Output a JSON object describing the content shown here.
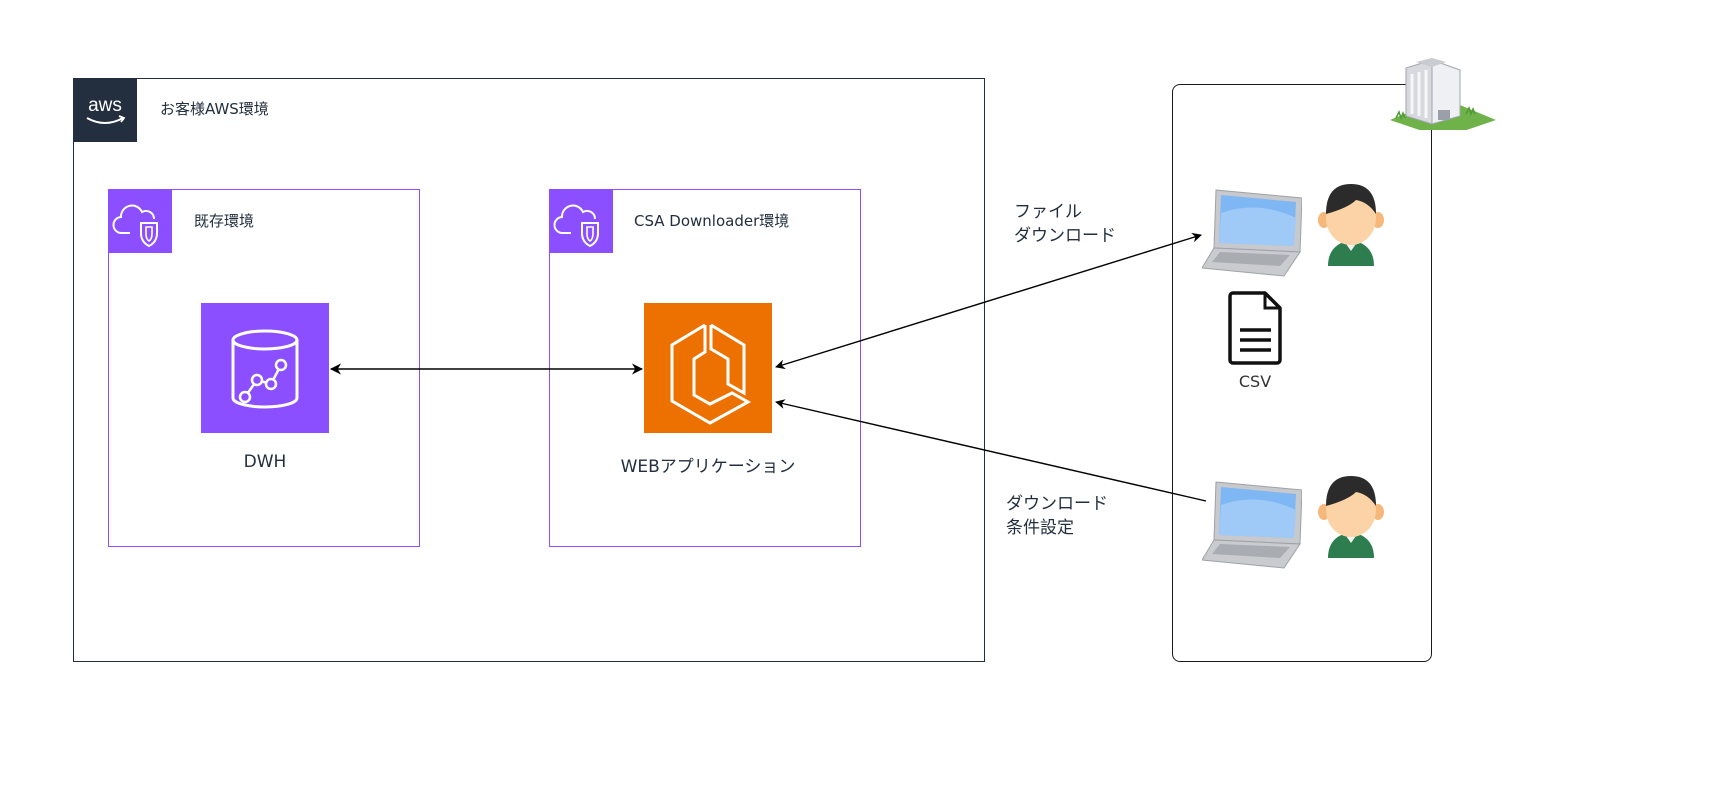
{
  "diagram": {
    "aws_group": {
      "title": "お客様AWS環境",
      "logo_text": "aws",
      "border_color": "#232F3E"
    },
    "subgroups": [
      {
        "id": "existing",
        "title": "既存環境",
        "color": "#8C4FFF",
        "icon": "vpc-cloud-shield-icon"
      },
      {
        "id": "csa",
        "title": "CSA Downloader環境",
        "color": "#8C4FFF",
        "icon": "vpc-cloud-shield-icon"
      }
    ],
    "services": [
      {
        "id": "dwh",
        "label": "DWH",
        "color": "#8C4FFF",
        "icon": "database-analytics-icon"
      },
      {
        "id": "webapp",
        "label": "WEBアプリケーション",
        "color": "#ED7100",
        "icon": "container-service-icon"
      }
    ],
    "client_group": {
      "icon": "office-building-icon",
      "users": [
        {
          "id": "user1",
          "icon": "laptop-user-icon"
        },
        {
          "id": "user2",
          "icon": "laptop-user-icon"
        }
      ],
      "file": {
        "label": "CSV",
        "icon": "document-icon"
      }
    },
    "edges": [
      {
        "from": "dwh",
        "to": "webapp",
        "bidirectional": true,
        "label": ""
      },
      {
        "from": "webapp",
        "to": "user1",
        "bidirectional": true,
        "label_lines": [
          "ファイル",
          "ダウンロード"
        ]
      },
      {
        "from": "user2",
        "to": "webapp",
        "bidirectional": false,
        "label_lines": [
          "ダウンロード",
          "条件設定"
        ]
      }
    ]
  }
}
